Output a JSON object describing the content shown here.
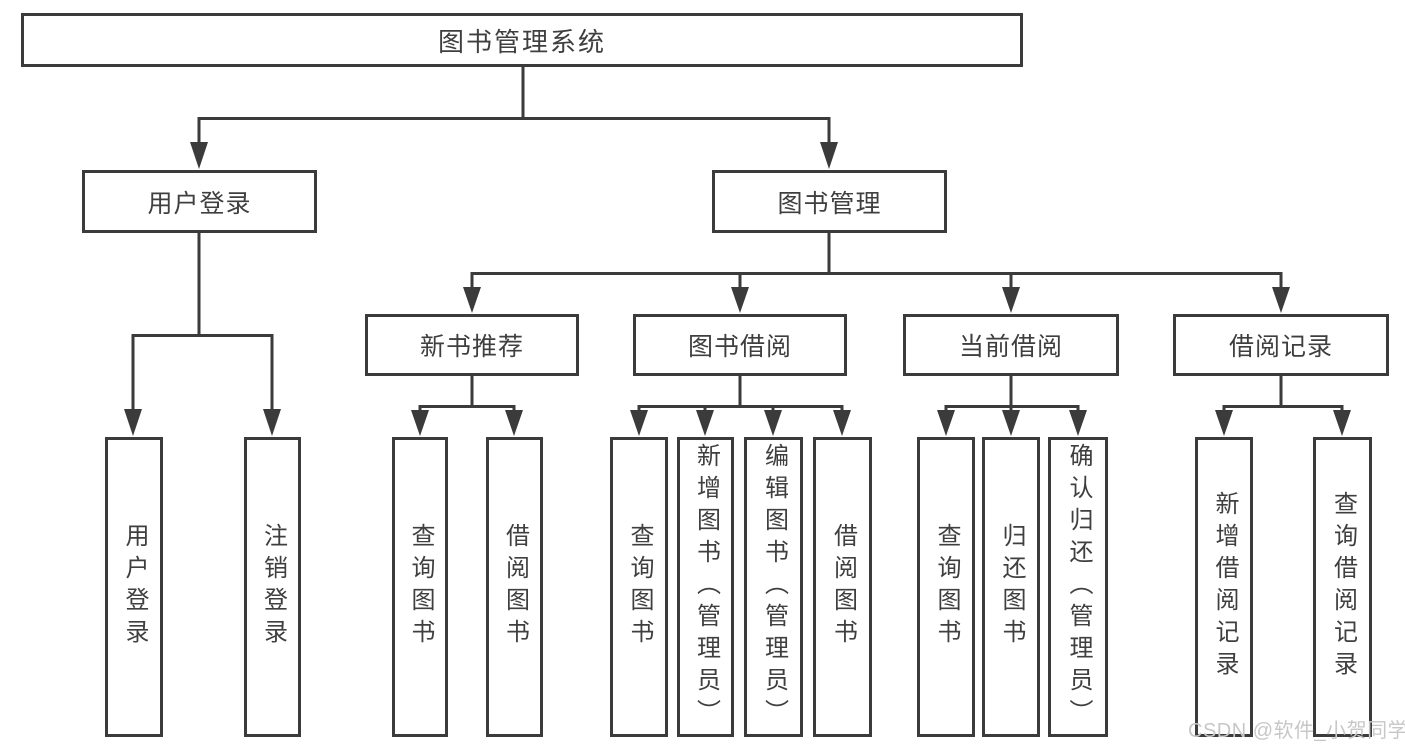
{
  "tree": {
    "label": "图书管理系统",
    "children": [
      {
        "label": "用户登录",
        "children": [
          {
            "label": "用户登录"
          },
          {
            "label": "注销登录"
          }
        ]
      },
      {
        "label": "图书管理",
        "children": [
          {
            "label": "新书推荐",
            "children": [
              {
                "label": "查询图书"
              },
              {
                "label": "借阅图书"
              }
            ]
          },
          {
            "label": "图书借阅",
            "children": [
              {
                "label": "查询图书"
              },
              {
                "label": "新增图书（管理员）"
              },
              {
                "label": "编辑图书（管理员）"
              },
              {
                "label": "借阅图书"
              }
            ]
          },
          {
            "label": "当前借阅",
            "children": [
              {
                "label": "查询图书"
              },
              {
                "label": "归还图书"
              },
              {
                "label": "确认归还（管理员）"
              }
            ]
          },
          {
            "label": "借阅记录",
            "children": [
              {
                "label": "新增借阅记录"
              },
              {
                "label": "查询借阅记录"
              }
            ]
          }
        ]
      }
    ]
  },
  "watermark": "CSDN @软件_小贺同学",
  "colors": {
    "line": "#3b3b3b",
    "text": "#3f3f3f",
    "watermark": "#c7c7c7",
    "background": "#ffffff"
  }
}
